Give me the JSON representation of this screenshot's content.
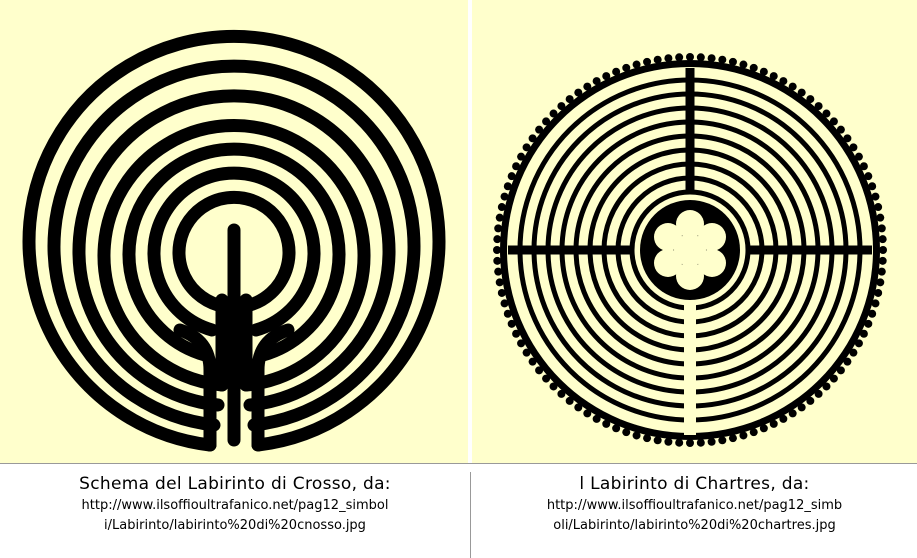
{
  "colors": {
    "panel_background": "#ffffcc",
    "maze_ink": "#000000"
  },
  "left": {
    "caption_title": "Schema del Labirinto di Crosso, da:",
    "caption_url_line1": "http://www.ilsoffioultrafanico.net/pag12_simbol",
    "caption_url_line2": "i/Labirinto/labirinto%20di%20cnosso.jpg"
  },
  "right": {
    "caption_title": "l Labirinto di Chartres, da:",
    "caption_url_line1": "http://www.ilsoffioultrafanico.net/pag12_simb",
    "caption_url_line2": "oli/Labirinto/labirinto%20di%20chartres.jpg"
  }
}
